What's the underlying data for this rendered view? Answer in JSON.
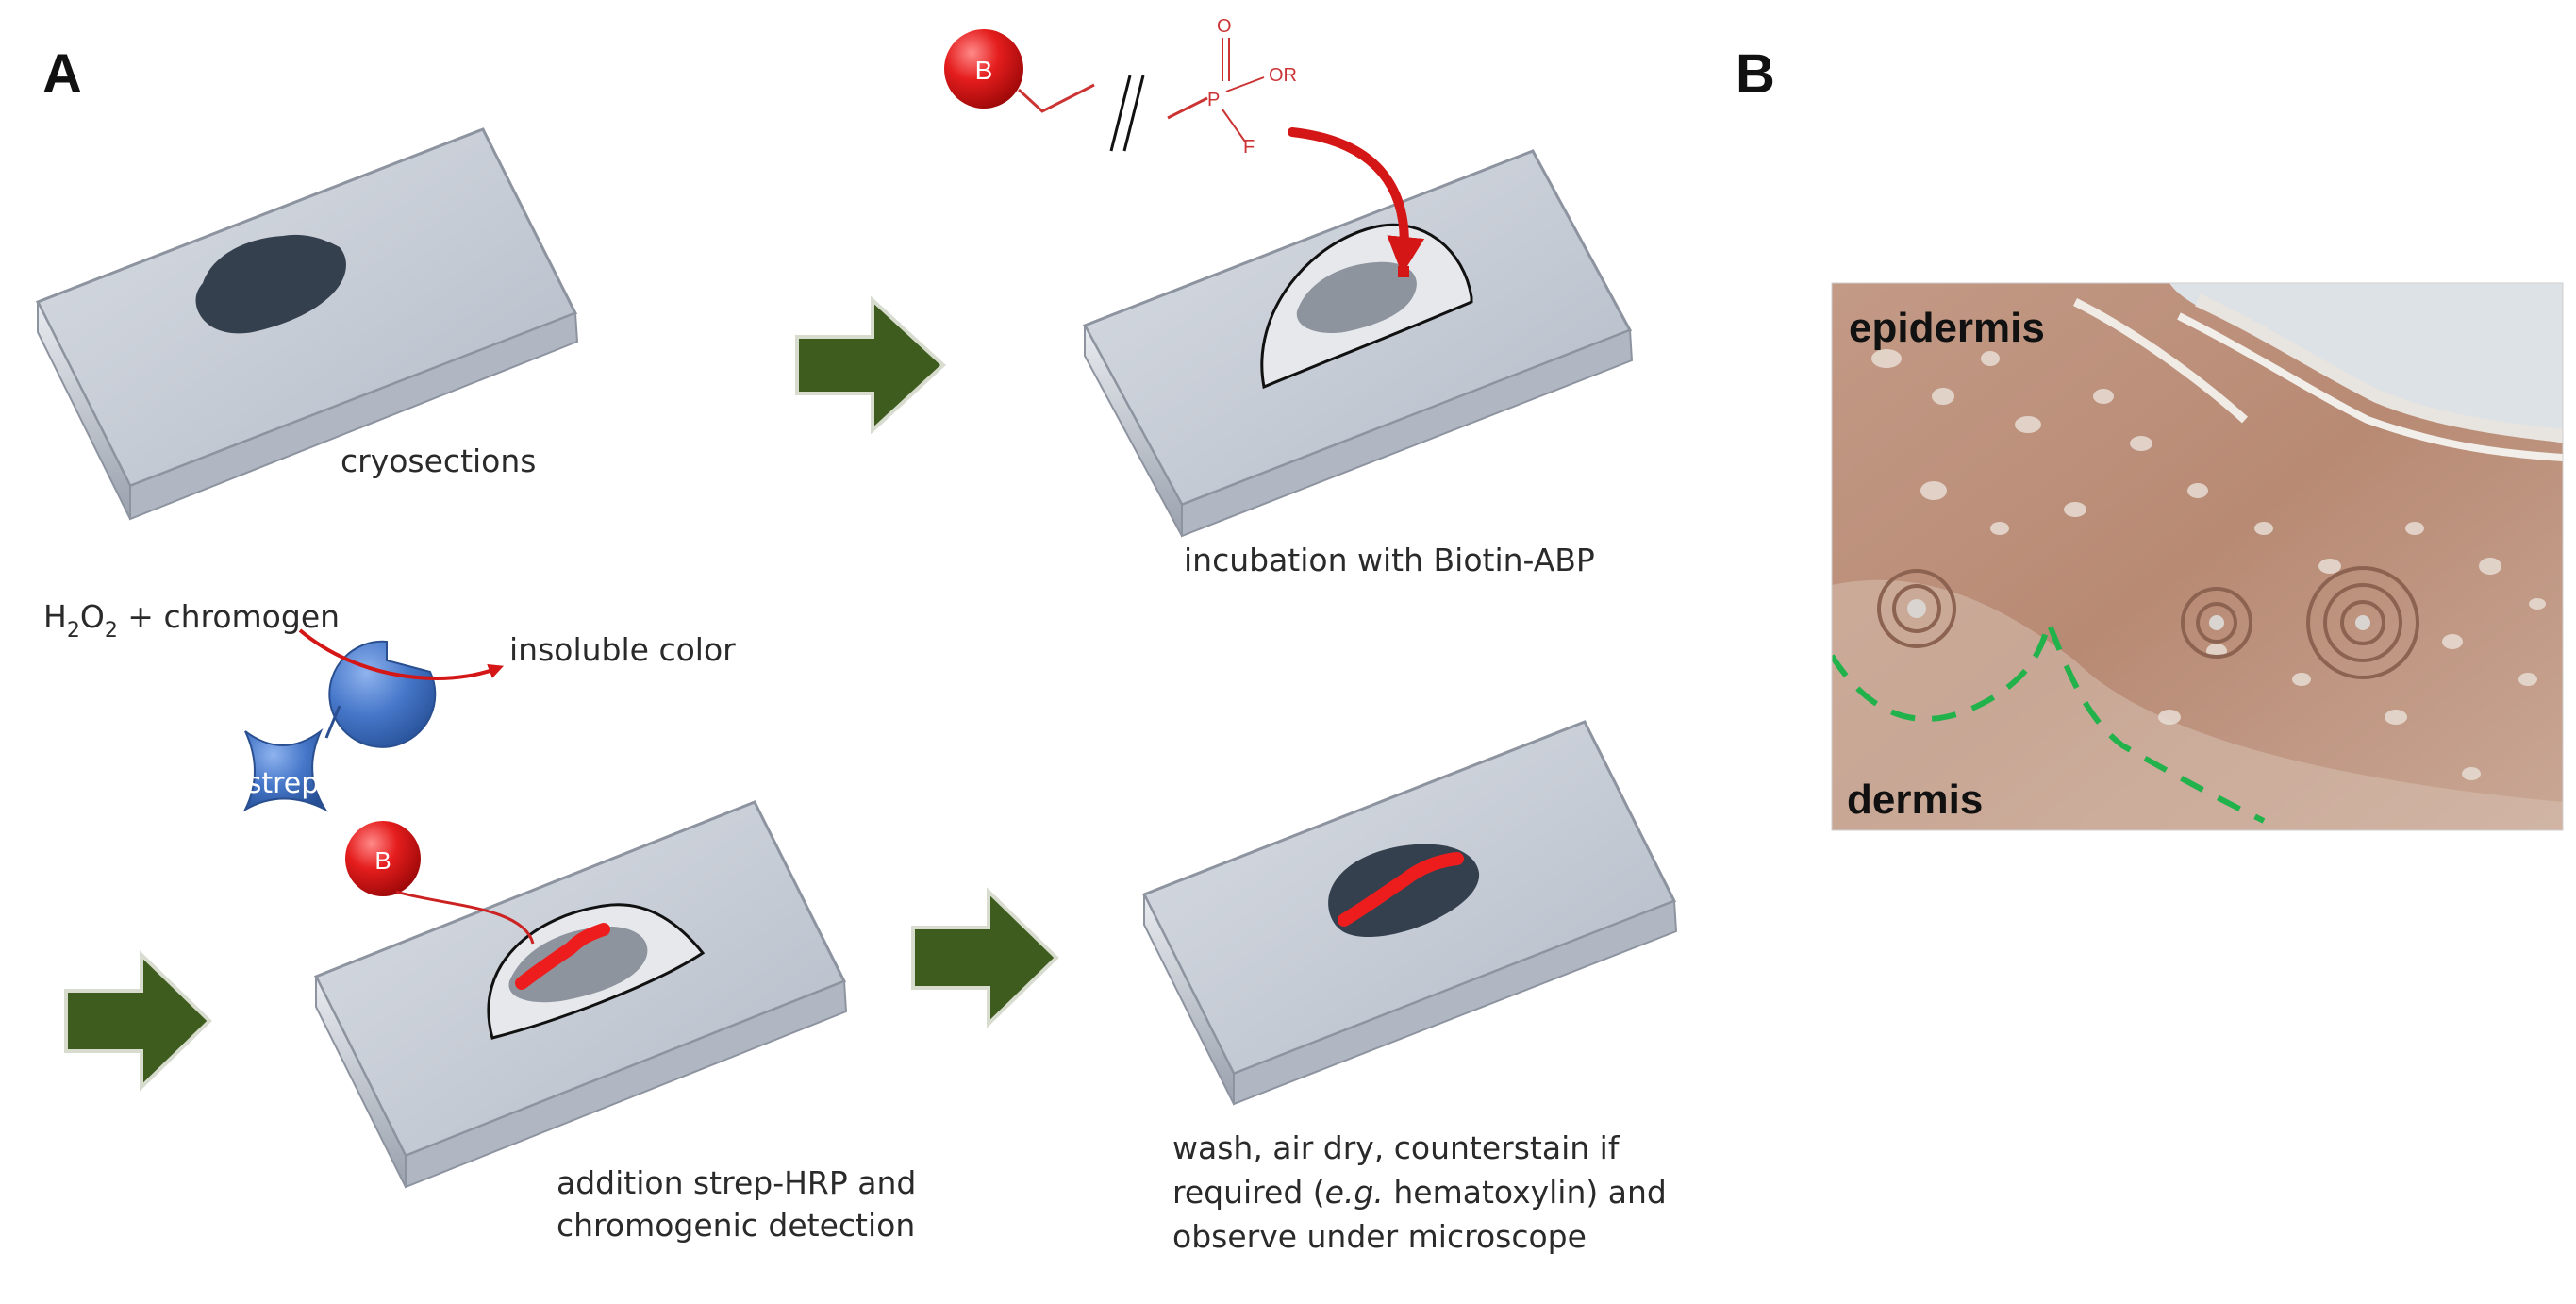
{
  "panels": {
    "A": {
      "letter": "A"
    },
    "B": {
      "letter": "B"
    }
  },
  "steps": {
    "cryosections": "cryosections",
    "incubation": "incubation with Biotin-ABP",
    "addition_line1": "addition strep-HRP and",
    "addition_line2": "chromogenic detection",
    "wash_line1": "wash, air dry, counterstain if",
    "wash_line2_pre": "required (",
    "wash_line2_em": "e.g.",
    "wash_line2_post": " hematoxylin) and",
    "wash_line3": "observe under microscope"
  },
  "probe": {
    "biotin_label": "B",
    "oxygen": "O",
    "phosphorus": "P",
    "or_group": "OR",
    "fluorine": "F"
  },
  "detection": {
    "substrate_h": "H",
    "substrate_sub2a": "2",
    "substrate_o": "O",
    "substrate_sub2b": "2",
    "substrate_rest": " + chromogen",
    "product": "insoluble color",
    "strep_label": "strep",
    "biotin_label": "B"
  },
  "micrograph": {
    "epidermis": "epidermis",
    "dermis": "dermis"
  },
  "colors": {
    "arrow_green": "#3e5c1e",
    "slide_face": "#c3c9d3",
    "tissue_dark": "#35404f",
    "tissue_gray": "#8d949e",
    "probe_red": "#d51616",
    "enzyme_blue": "#3f6fc1",
    "boundary_green": "#22b24c"
  }
}
